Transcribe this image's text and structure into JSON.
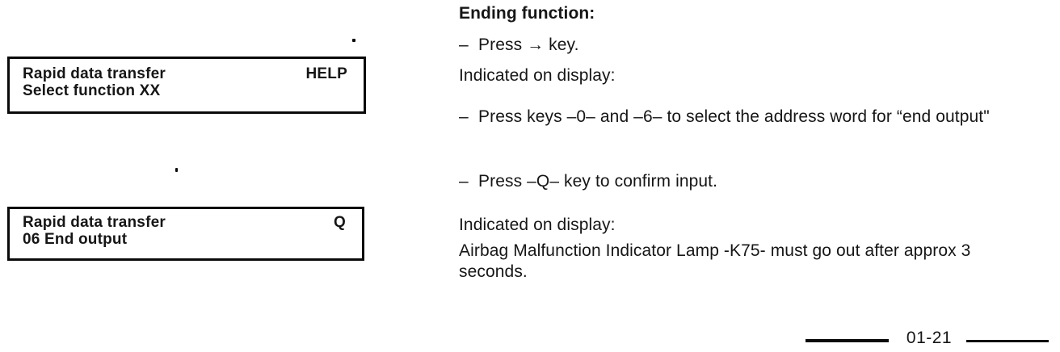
{
  "display_boxes": [
    {
      "title": "Rapid data transfer",
      "corner_label": "HELP",
      "second_line": "Select function XX"
    },
    {
      "title": "Rapid data transfer",
      "corner_label": "Q",
      "second_line": "06 End output"
    }
  ],
  "instructions": {
    "heading": "Ending function:",
    "items": [
      {
        "type": "bullet",
        "dash": "–",
        "text": "Press → key."
      },
      {
        "type": "plain",
        "text": "Indicated on display:"
      },
      {
        "type": "bullet",
        "dash": "–",
        "text": "Press keys –0– and –6– to select the address word for “end output\""
      },
      {
        "type": "bullet",
        "dash": "–",
        "text": "Press –Q– key to confirm input."
      },
      {
        "type": "plain",
        "text": "Indicated on display:"
      },
      {
        "type": "plain",
        "text": "Airbag Malfunction Indicator Lamp -K75- must go out after approx 3 seconds."
      }
    ]
  },
  "footer": {
    "page_number": "01-21"
  },
  "colors": {
    "ink": "#161616",
    "paper": "#ffffff"
  }
}
